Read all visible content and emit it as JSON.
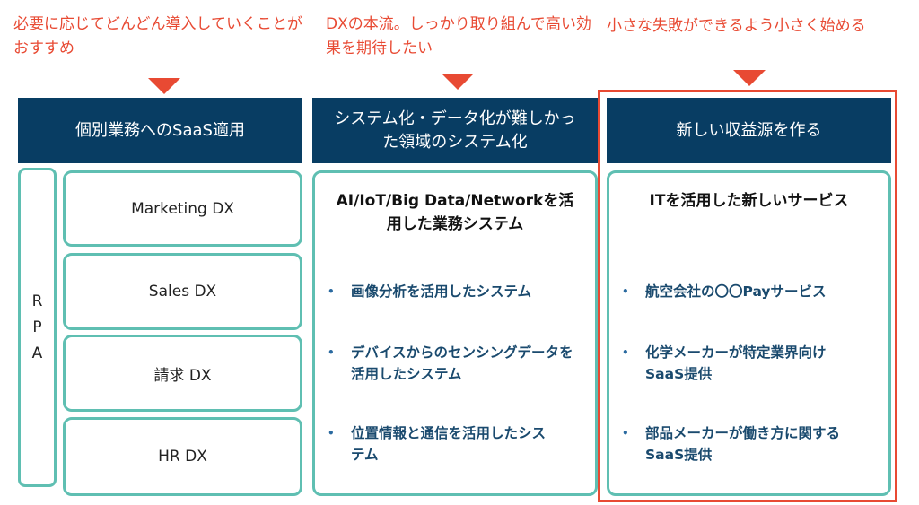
{
  "notes": [
    "必要に応じてどんどん導入していくことがおすすめ",
    "DXの本流。しっかり取り組んで高い効果を期待したい",
    "小さな失敗ができるよう小さく始める"
  ],
  "headers": [
    "個別業務へのSaaS適用",
    "システム化・データ化が難しかった領域のシステム化",
    "新しい収益源を作る"
  ],
  "rpa": "R\nP\nA",
  "col1_items": [
    "Marketing DX",
    "Sales DX",
    "請求 DX",
    "HR DX"
  ],
  "col2": {
    "title": "AI/IoT/Big Data/Networkを活用した業務システム",
    "bullets": [
      "画像分析を活用したシステム",
      "デバイスからのセンシングデータを活用したシステム",
      "位置情報と通信を活用したシステム"
    ]
  },
  "col3": {
    "title": "ITを活用した新しいサービス",
    "bullets": [
      "航空会社の〇〇Payサービス",
      "化学メーカーが特定業界向けSaaS提供",
      "部品メーカーが働き方に関するSaaS提供"
    ]
  },
  "colors": {
    "navy": "#083d63",
    "teal": "#5fbfb2",
    "red": "#e84a33"
  }
}
